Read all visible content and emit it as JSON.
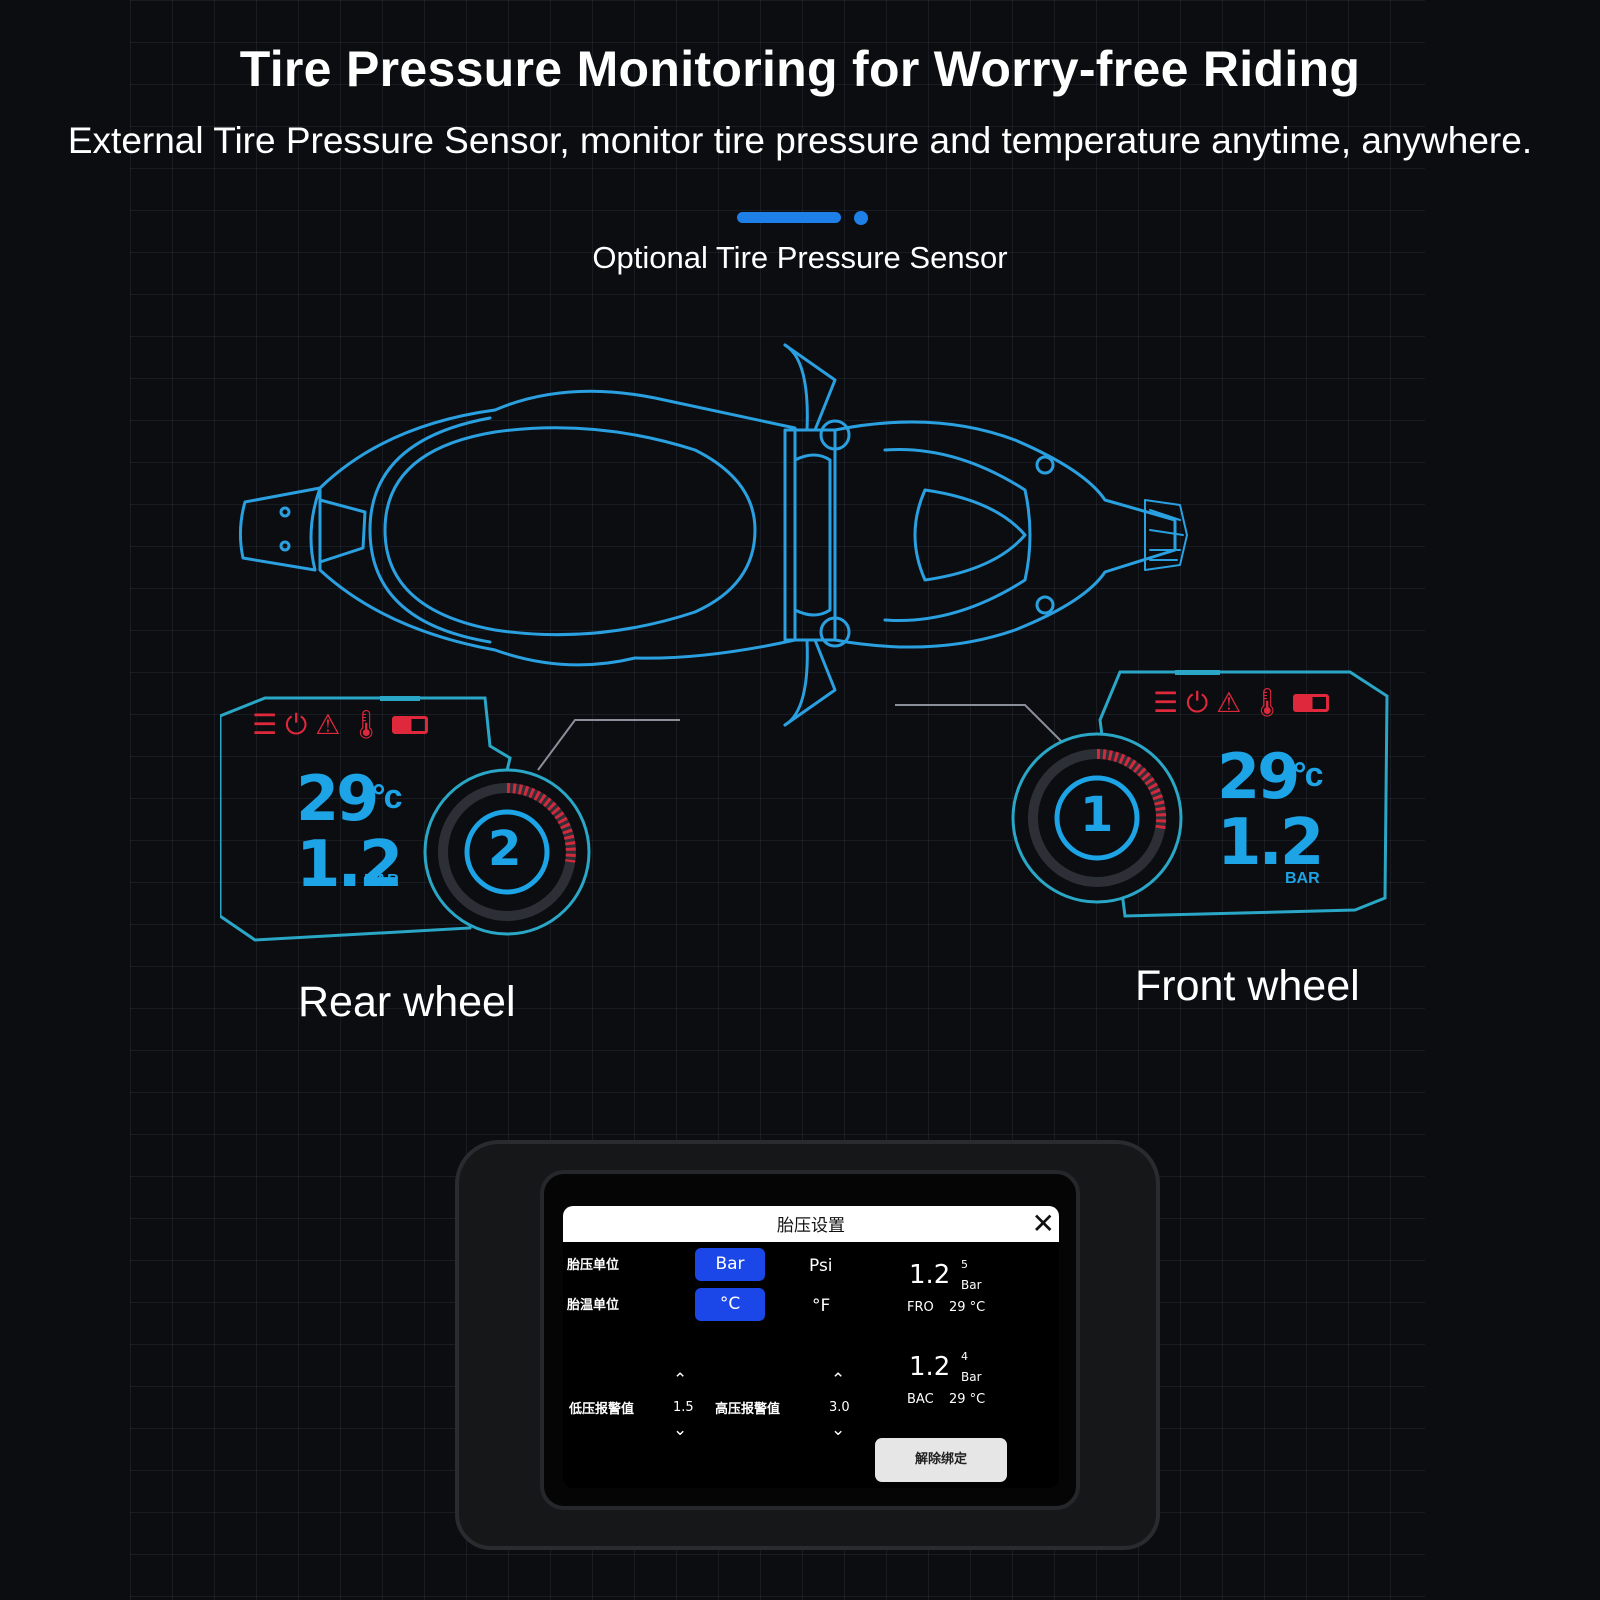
{
  "header": {
    "title": "Tire Pressure Monitoring for Worry-free Riding",
    "subtitle": "External Tire Pressure Sensor, monitor tire pressure and temperature anytime, anywhere.",
    "section_label": "Optional Tire Pressure Sensor"
  },
  "colors": {
    "accent": "#1e7fe8",
    "reading": "#1ca4e6",
    "alert": "#e0283c",
    "outline": "#2aa0e0"
  },
  "panels": {
    "rear": {
      "label": "Rear wheel",
      "sensor_number": "2",
      "temperature": "29",
      "temp_unit": "°c",
      "pressure": "1.2",
      "pressure_unit": "BAR"
    },
    "front": {
      "label": "Front wheel",
      "sensor_number": "1",
      "temperature": "29",
      "temp_unit": "°c",
      "pressure": "1.2",
      "pressure_unit": "BAR"
    }
  },
  "status_icons": [
    "wifi-icon",
    "power-icon",
    "tire-warning-icon",
    "temperature-icon",
    "battery-icon"
  ],
  "device_screen": {
    "title": "胎压设置",
    "pressure_unit_label": "胎压单位",
    "temp_unit_label": "胎温单位",
    "pressure_options": [
      "Bar",
      "Psi"
    ],
    "pressure_selected": "Bar",
    "temp_options": [
      "°C",
      "°F"
    ],
    "temp_selected": "°C",
    "low_alarm_label": "低压报警值",
    "low_alarm_value": "1.5",
    "high_alarm_label": "高压报警值",
    "high_alarm_value": "3.0",
    "front": {
      "pressure": "1.2",
      "superscript": "5",
      "unit": "Bar",
      "name": "FRO",
      "temp": "29 °C"
    },
    "back": {
      "pressure": "1.2",
      "superscript": "4",
      "unit": "Bar",
      "name": "BAC",
      "temp": "29 °C"
    },
    "unbind_label": "解除绑定"
  }
}
